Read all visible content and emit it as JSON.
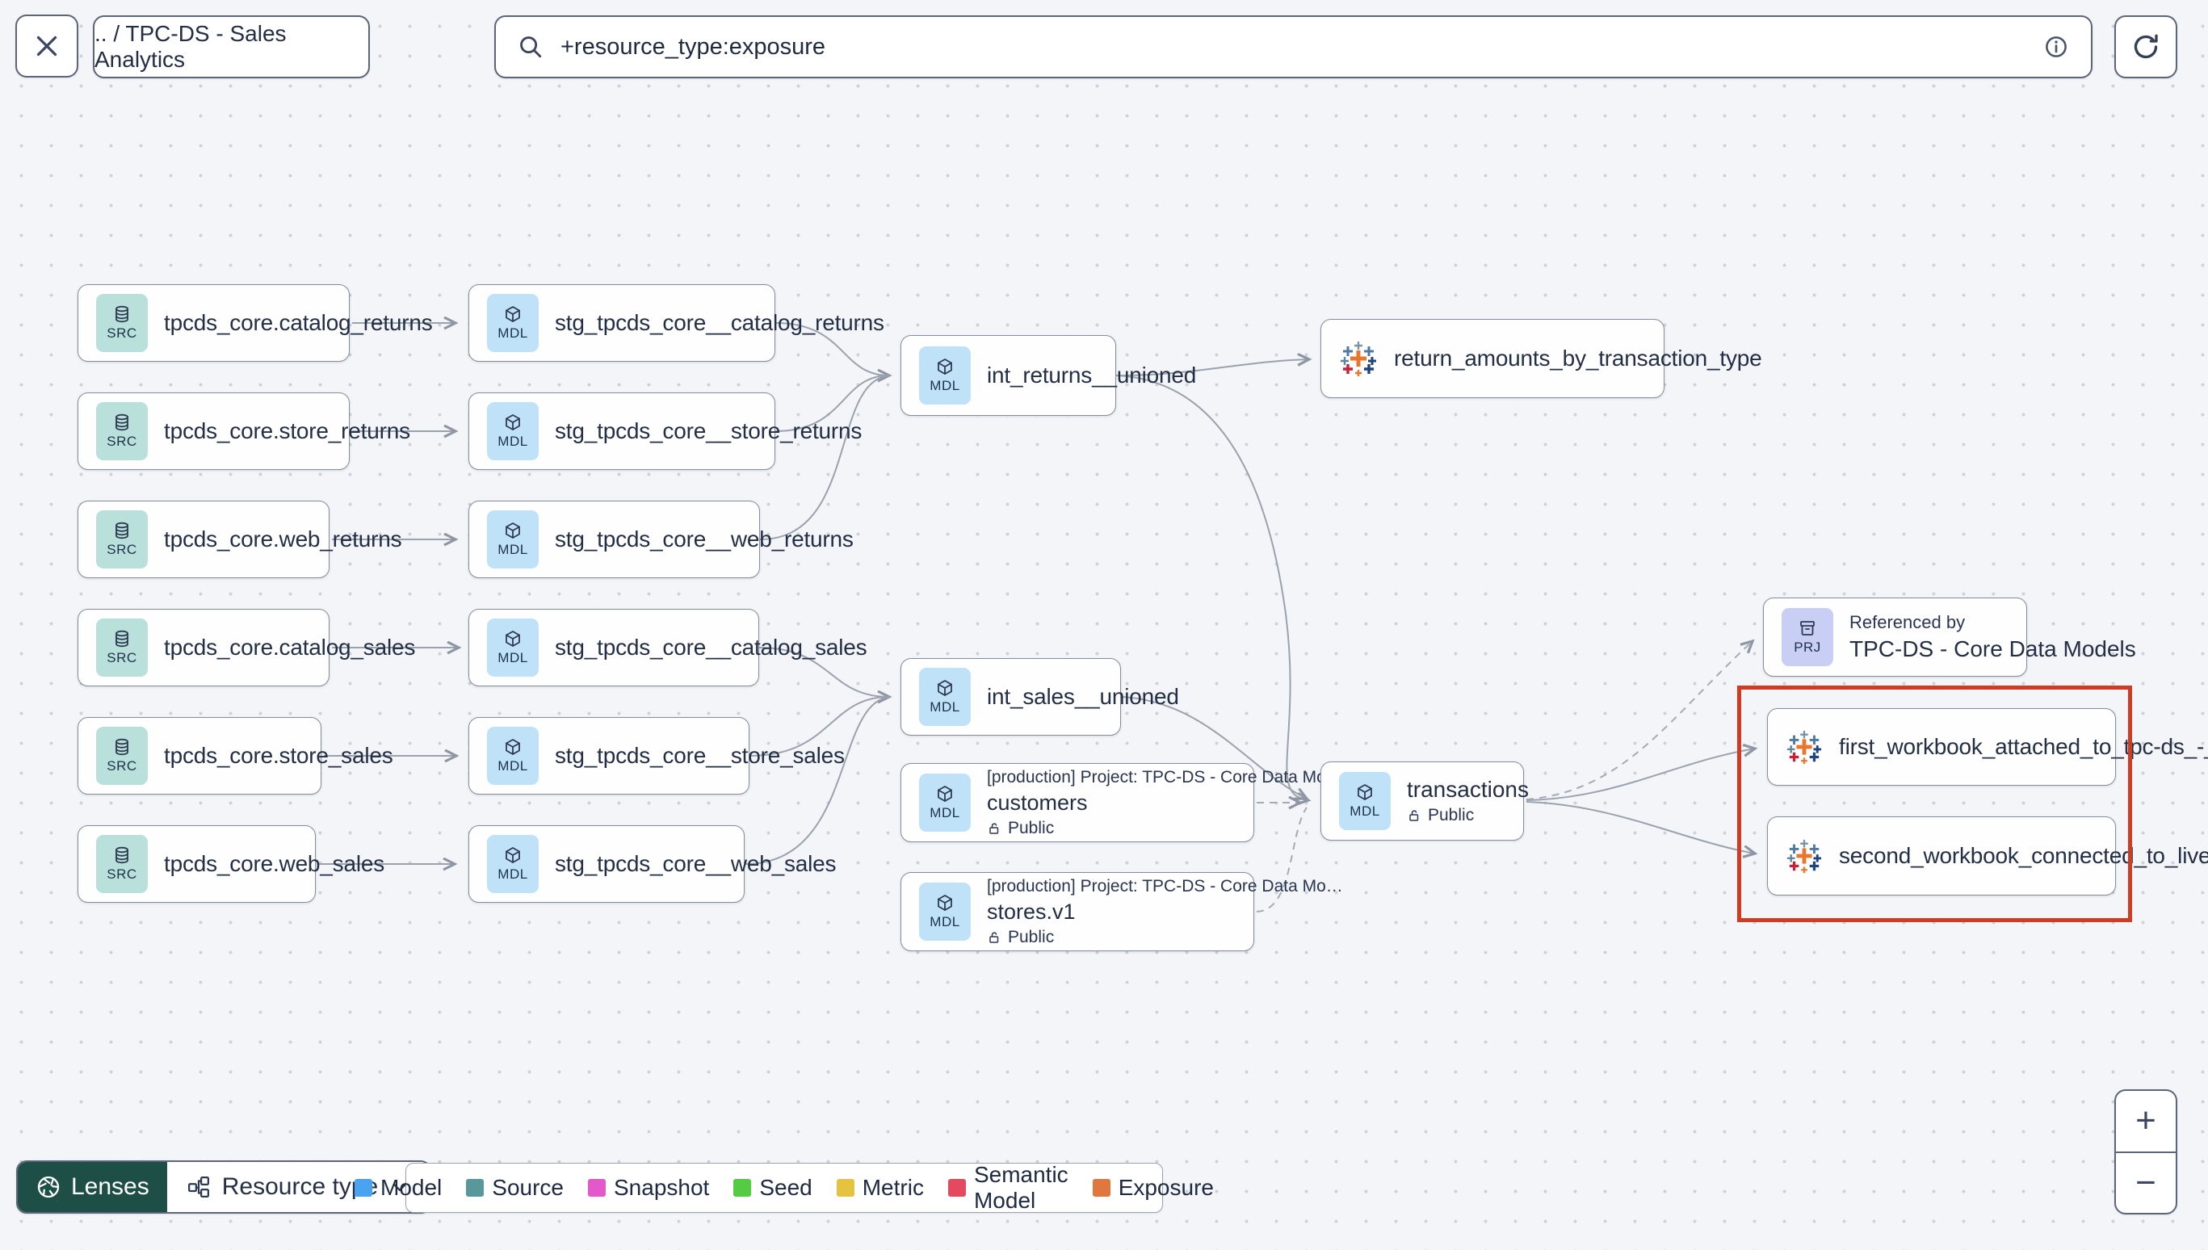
{
  "header": {
    "breadcrumb": ".. / TPC-DS - Sales Analytics",
    "search": {
      "query": "+resource_type:exposure"
    }
  },
  "graph": {
    "badges": {
      "source": "SRC",
      "model": "MDL",
      "project": "PRJ"
    },
    "sources": [
      {
        "label": "tpcds_core.catalog_returns"
      },
      {
        "label": "tpcds_core.store_returns"
      },
      {
        "label": "tpcds_core.web_returns"
      },
      {
        "label": "tpcds_core.catalog_sales"
      },
      {
        "label": "tpcds_core.store_sales"
      },
      {
        "label": "tpcds_core.web_sales"
      }
    ],
    "staging": [
      {
        "label": "stg_tpcds_core__catalog_returns"
      },
      {
        "label": "stg_tpcds_core__store_returns"
      },
      {
        "label": "stg_tpcds_core__web_returns"
      },
      {
        "label": "stg_tpcds_core__catalog_sales"
      },
      {
        "label": "stg_tpcds_core__store_sales"
      },
      {
        "label": "stg_tpcds_core__web_sales"
      }
    ],
    "int_returns": {
      "label": "int_returns__unioned"
    },
    "int_sales": {
      "label": "int_sales__unioned"
    },
    "exposure_returns": {
      "label": "return_amounts_by_transaction_type"
    },
    "customers": {
      "project": "[production] Project: TPC-DS - Core Data Mo…",
      "label": "customers",
      "access": "Public"
    },
    "stores": {
      "project": "[production] Project: TPC-DS - Core Data Mo…",
      "label": "stores.v1",
      "access": "Public"
    },
    "transactions": {
      "label": "transactions",
      "access": "Public"
    },
    "referenced_by": {
      "title": "Referenced by",
      "label": "TPC-DS - Core Data Models"
    },
    "workbooks": [
      {
        "label": "first_workbook_attached_to_tpc-ds_-_…"
      },
      {
        "label": "second_workbook_connected_to_live…"
      }
    ],
    "highlight_color": "#CF3B23"
  },
  "footer": {
    "lenses_label": "Lenses",
    "resource_type_label": "Resource type",
    "legend": [
      {
        "label": "Model",
        "color": "#4AA3F1"
      },
      {
        "label": "Source",
        "color": "#57989B"
      },
      {
        "label": "Snapshot",
        "color": "#E459C9"
      },
      {
        "label": "Seed",
        "color": "#55CB43"
      },
      {
        "label": "Metric",
        "color": "#E5C341"
      },
      {
        "label": "Semantic Model",
        "color": "#E34A5F"
      },
      {
        "label": "Exposure",
        "color": "#E0773E"
      }
    ]
  },
  "zoom_controls": {
    "zoom_in": "+",
    "zoom_out": "−"
  }
}
